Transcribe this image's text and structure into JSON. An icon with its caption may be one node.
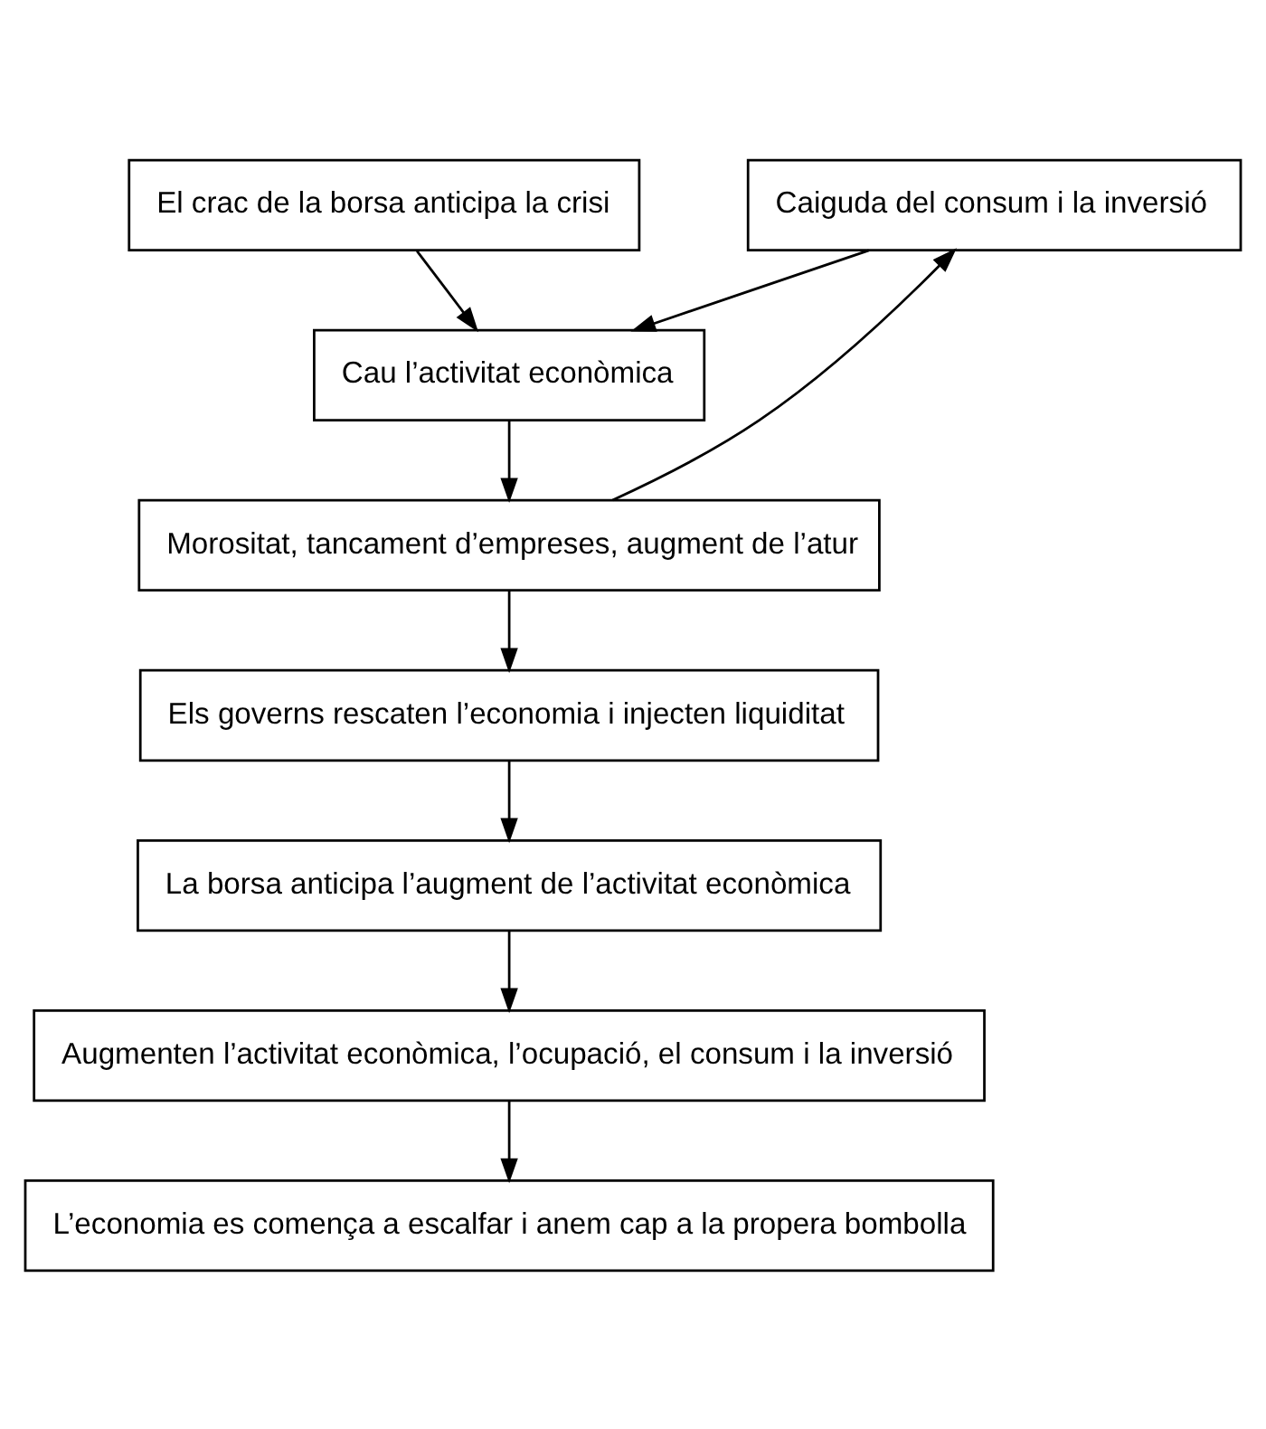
{
  "diagram": {
    "nodes": [
      {
        "text": [
          "El crac de la borsa anticipa la crisi"
        ]
      },
      {
        "text": [
          "Caiguda del consum i la inversió"
        ]
      },
      {
        "text": [
          "Cau l’activitat econòmica"
        ]
      },
      {
        "text": [
          "Morositat, tancament d’empreses, augment de l’atur"
        ]
      },
      {
        "text": [
          "Els governs rescaten l’economia i injecten liquiditat"
        ]
      },
      {
        "text": [
          "La borsa anticipa l’augment de l’activitat econòmica"
        ]
      },
      {
        "text": [
          "Augmenten l’activitat econòmica, l’ocupació, el consum i la inversió"
        ]
      },
      {
        "text": [
          "L’economia es comença a escalfar i anem cap a la propera bombolla"
        ]
      }
    ],
    "edges": [
      {
        "from": 0,
        "to": 2,
        "arrow": "to"
      },
      {
        "from": 1,
        "to": 2,
        "arrow": "to"
      },
      {
        "from": 2,
        "to": 3,
        "arrow": "to"
      },
      {
        "from": 3,
        "to": 1,
        "arrow": "to"
      },
      {
        "from": 3,
        "to": 4,
        "arrow": "to"
      },
      {
        "from": 4,
        "to": 5,
        "arrow": "to"
      },
      {
        "from": 5,
        "to": 6,
        "arrow": "to"
      },
      {
        "from": 6,
        "to": 7,
        "arrow": "to"
      }
    ]
  }
}
